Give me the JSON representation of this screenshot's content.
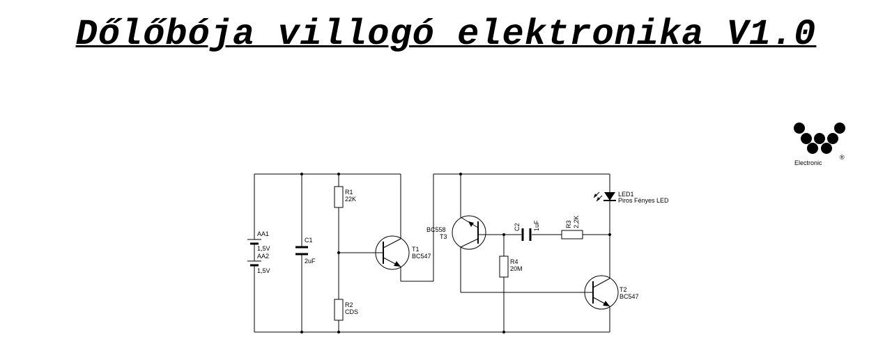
{
  "title": "Dőlőbója villogó elektronika V1.0",
  "logo": {
    "text": "Electronic",
    "mark": "®"
  },
  "components": {
    "battery1": {
      "ref": "AA1",
      "value": "1,5V"
    },
    "battery2": {
      "ref": "AA2",
      "value": "1,5V"
    },
    "c1": {
      "ref": "C1",
      "value": "2uF"
    },
    "r1": {
      "ref": "R1",
      "value": "22K"
    },
    "r2": {
      "ref": "R2",
      "value": "CDS"
    },
    "t1": {
      "ref": "T1",
      "value": "BC547"
    },
    "t3": {
      "ref": "T3",
      "value": "BC558"
    },
    "c2": {
      "ref": "C2",
      "value": "1uF"
    },
    "r3": {
      "ref": "R3",
      "value": "2,2K"
    },
    "r4": {
      "ref": "R4",
      "value": "20M"
    },
    "t2": {
      "ref": "T2",
      "value": "BC547"
    },
    "led1": {
      "ref": "LED1",
      "value": "Piros Fényes LED"
    }
  }
}
